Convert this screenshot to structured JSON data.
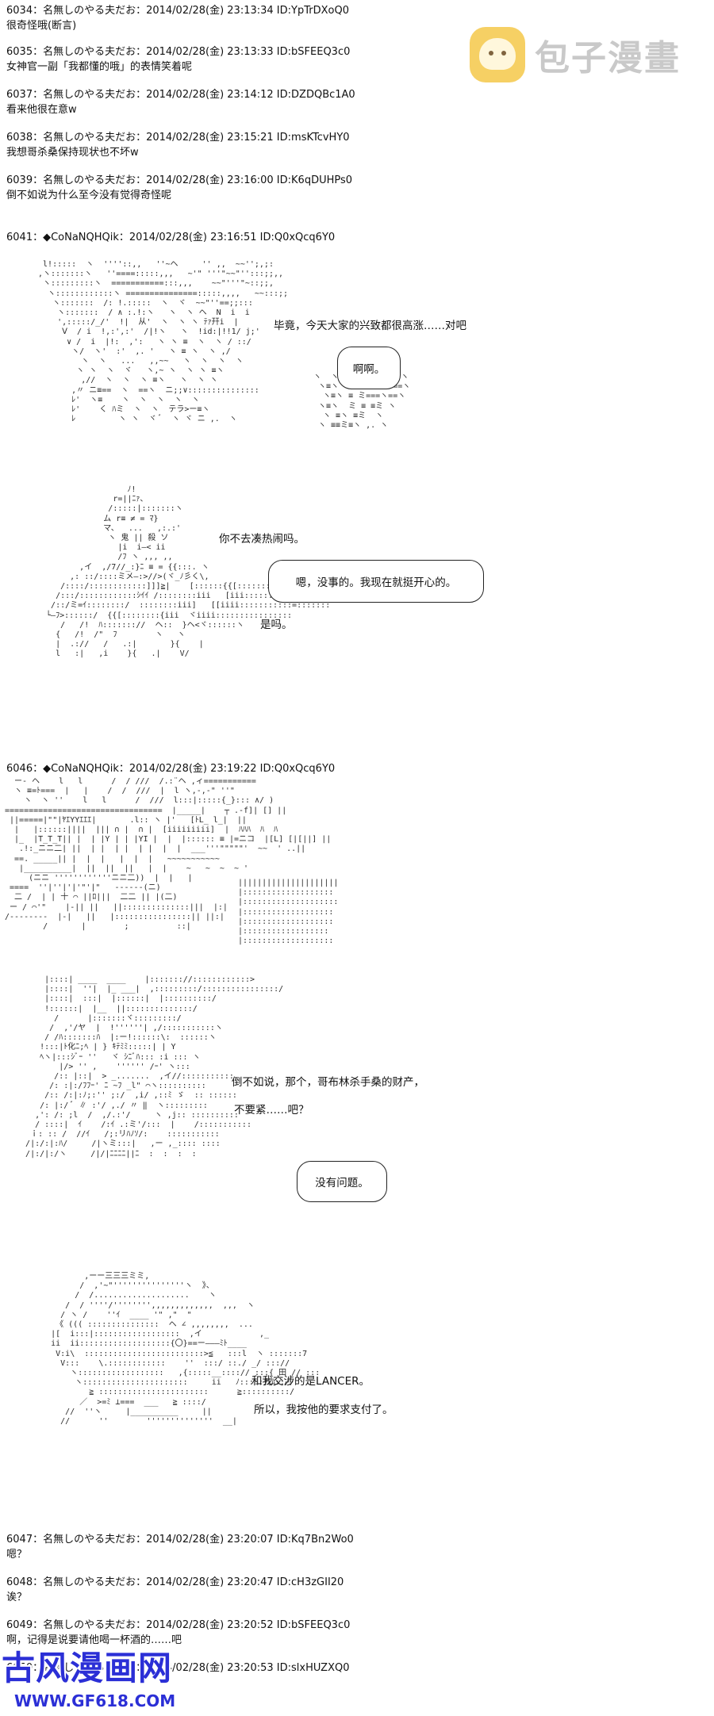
{
  "logo": {
    "text": "包子漫畫"
  },
  "watermark": {
    "site": "古风漫画网",
    "url": "WWW.GF618.COM"
  },
  "posts": [
    {
      "header": "6034：名無しのやる夫だお：2014/02/28(金) 23:13:34 ID:YpTrDXoQ0",
      "body": "很奇怪哦(断言)"
    },
    {
      "header": "6035：名無しのやる夫だお：2014/02/28(金) 23:13:33 ID:bSFEEQ3c0",
      "body": "女神官一副「我都懂的哦」的表情笑着呢"
    },
    {
      "header": "6037：名無しのやる夫だお：2014/02/28(金) 23:14:12 ID:DZDQBc1A0",
      "body": "看来他很在意w"
    },
    {
      "header": "6038：名無しのやる夫だお：2014/02/28(金) 23:15:21 ID:msKTcvHY0",
      "body": "我想哥杀桑保持现状也不坏w"
    },
    {
      "header": "6039：名無しのやる夫だお：2014/02/28(金) 23:16:00 ID:K6qDUHPs0",
      "body": "倒不如说为什么至今没有觉得奇怪呢"
    },
    {
      "header": "6041：◆CoNaNQHQik：2014/02/28(金) 23:16:51 ID:Q0xQcq6Y0",
      "body": ""
    },
    {
      "header": "6046：◆CoNaNQHQik：2014/02/28(金) 23:19:22 ID:Q0xQcq6Y0",
      "body": ""
    },
    {
      "header": "6047：名無しのやる夫だお：2014/02/28(金) 23:20:07 ID:Kq7Bn2Wo0",
      "body": "嗯？"
    },
    {
      "header": "6048：名無しのやる夫だお：2014/02/28(金) 23:20:47 ID:cH3zGII20",
      "body": "诶？"
    },
    {
      "header": "6049：名無しのやる夫だお：2014/02/28(金) 23:20:52 ID:bSFEEQ3c0",
      "body": "啊，记得是说要请他喝一杯酒的……吧"
    },
    {
      "header": "6050：名無しのやる夫だお：2014/02/28(金) 23:20:53 ID:slxHUZXQ0",
      "body": ""
    }
  ],
  "dialogue": {
    "d1": "毕竟，今天大家的兴致都很高涨……对吧",
    "b1": "啊啊。",
    "d2": "你不去凑热闹吗。",
    "b2": "嗯，没事的。我现在就挺开心的。",
    "d3": "是吗。",
    "d4": "倒不如说，那个，哥布林杀手桑的财产，",
    "d5": "不要紧……吧？",
    "b3": "没有问题。",
    "d6": "和我交涉的是LANCER。",
    "d7": "所以，我按他的要求支付了。"
  },
  "aa": {
    "a1": "  l!:::::  ヽ  ''''::,,   ''~ヘ     '' ,,  ~~'';,;:\n ,ヽ:::::::ヽ   ''====:::::,,,   ~'\" '''\"~~\"'':::;;,,\n  ヽ:::::::::ヽ  ===========:::,,,    ~~\"'''\"~::;;,\n   ヽ::::::::::::ヽ ===============:::::,,,,   ~~:::;;\n    ヽ:::::::  /: !.:::::  ヽ  ヾ  ~~\"''==;;:::\n     ヽ:::::::  / ∧ :.!:ヽ   ヽ  ヽ ヘ  N  i  i\n     ',:::::/_/'  !|  从'  ヽ  ヽ ヽ ﾃｧ幵i  |\n      Ⅴ  / i  !,:',:'  /|!ヽ   ヽ  !id:|!!1/ j;'\n       ∨ /  i  |!:  ,':   ヽ ヽ ≡  ヽ  ヽ / ::/\n        ヽ/  ヽ'  :'  ,. '   ヽ ≡ ヽ  ヽ ,/\n          ヽ  ヽ   ...   ,,~~   ヽ  ヽ  ヽ  ヽ\n         ヽ ヽ  ヽ  ヾ   ヽ,~ ヽ  ヽ ヽ ≡ヽ\n          ,//  ヽ  ヽ  ヽ ≡ヽ   ヽ  ヽ ヽ\n        ,〃 ニ≡==  ヽ  ==ヽ  ニ;;∨:::::::::::::::\n        ﾚ'  ヽ≡    ヽ  ヽ  ヽ  ヽ  ヽ\n        ﾚ'    く ﾊミ  ヽ  ヽ  テラ>ー≡ヽ\n        ﾚ         ヽ ヽ  ヾ ﾞ  ヽ ヾ ニ ,.  ヽ",
    "a1r": "ヽ  ヽ  ヽ  ヽ  ヽ  ヽ\n ヽ≡ヽ ミ ≡ ====ヽ==ヽ\n  ヽ≡ヽ ≡ ミ===ヽ==ヽ\n ヽ≡ヽ  ミ ≡ ≡ミ ヽ\n  ヽ ≡ヽ ≡ミ  ヽ\n ヽ ≡≡ミ≡ヽ ,. ヽ",
    "a2": "                   ﾉ!\n                r=||ﾆｧ、\n               /:::::|:::::::ヽ\n              ム r≡ ≠ = ﾏ}\n              マ、  ...   ,:.:'\n               ヽ 鬼 || 殺 ソ\n                 |i  i―< ii\n                 /ﾌ ヽ ,,, ,,\n         ,イ  ,/7//_:}ﾆ ≡ = {{:::. ヽ\n       ,: ::/::::ミメ―:>//>(ヾ_ﾉ彡く\\,\n     /::::/::::::::::::]]]≧|    [::::::{{[::::::::{{::::::::\n    /:::/::::::::::::ｼｲｲ /::::::::iii   [iii::::::::ミ::::::::::\n   /::/ミ=ｲ::::::::/  ::::::::iii]   [[iiii:::::::::::=:::::::\n  └―ﾌ>::::::/  {{[::::::::{iii  ヾiiii::::::::::::::::\n     /   /!  ﾊ::::::://  ヘ::  }ヘ<ヾ::::::ヽ\n    {   /!  /\"  ﾌ        ヽ   ヽ\n    |  .://   /   .:|       }{    |\n    l   :|   ,i    }{   .|    V/",
    "a3": "  ー‐ ヘ    l   l      /  / ///  /.:¨ヘ ,ィ===========\n  ヽ ≡=ﾄ===  |   |    /  /  ///  |  l ヽ,-,-\" ''\"\n    ヽ  ヽ ''    l   l      /  ///  l:::|:::::{_}::: ∧/ )\n=================================  |_____|    ┬ .-f]| [] ||\n ||=====|\"\"|ﾔｴYYｴｴｴ|       .l:: ヽ |'   [ﾄL_ l_|  ||\n  |   |::::::||||  ||| ∩ |  ∩ |  [iiiiiiiii]  |  ﾊﾊﾊ  ﾊ  ﾊ\n  |_  |T_T_T|| |  | |Y | | |YI |  |  |:::::: ≡ |=ニコ  |[L] [|[||] ||\n   .!:_ニニ二| ||  | |  | |  | |  |  |  ___'''\"\"\"\"\"'  ~~  ' ..||\n  ==. _____|| |  |  |   |  |  |   ~~~~~~~~~~~\n   |__________|  ||  ||  ||   |  |    ~   ~  ~  ~ '\n     (ニニ ''''''''''''ニニ二))  |  |   |\n ====  ''|''|'|'\"'|\"   ------(ニ)\n  二 /  | | 十 ⌒ ||ﾛ|||  二二 || |(二)\n ー / ⌒'\"    |-|| ||   ||::::::::::::::|||  |:|\n/‐‐‐‐‐‐‐‐  |-|   ||   |::::::::::::::::|| ||:|\n        /       |        ;          ::|",
    "a3r": "|||||||||||||||||||||\n|:::::::::::::::::::\n|::::::::::::::::::::\n|:::::::::::::::::::\n|:::::::::::::::::::\n|::::::::::::::::::\n|:::::::::::::::::::",
    "a4": "       |::::| ____  ____    |::::::://::::::::::::>\n       |::::|  ''|  |_ ___|  ,:::::::::/::::::::::::::::/\n       |::::|  :::|  |::::::|  |::::::::::/\n       !::::::|  |__  ||::::::::::::::/\n         /      |:::::::ヾ:::::::::/\n        /  ,'/ヤ  |  !''''''| ,/:::::::::::ヽ\n       / /ﾊ:::::::ﾊ  |:ー!::::::\\:  ::::::ヽ\n      !:::|ﾄ化ﾆ;ﾍ | } ｷﾃﾐﾐ:::::| | Y\n      ﾍヽ|:::ｼﾞｰ ''   ヾ ｼﾆﾞﾊ::: :i ::: ヽ\n          |/> '' ,    '''''' /ｰ' ヽ:::\n         /:: |::|  > _.......  ,イ//:::::::::::\n        /: :|:/ﾌﾌｰ' ﾆ ~ﾌ _l\" ⌒ヽ::::::::::\n       /:: /:|:ﾉ;:'' ;:/  ,i/ ,::ﾐ ゞ  :: ::::::\n      /: |:/ ﾞ ∥ :'/ ,./ 〃 ‖  ヽ:::::::::\n     ,': /: ;l  /  ,/.:'/     ヽ ,j:: ::::::::::\n     / ::::|  ｲ    /:ｲ .:ミ'/:::  |    /:::::::::::\n    ｉ: :: /  //ｲ   /;:リﾊﾉｿ/:    :::::::::::\n   /|:/:|:ﾊ/     /|ヽミ:::|   ,ー ,_:::: ::::\n   /|:/|:/ヽ     /|/|ﾆﾆﾆﾆ||ﾆ  :  :  :  :",
    "a5": "             ,ーー三三三ミミ,\n            /  ,'~\"'''''''''''''''ヽ  》、\n           /  /....................    ヽ\n         /  / ''''/'''''''',,,,,,,,,,,,,  ,,,  ヽ \n        / ヽ /    ''ｲ  ____ '\" ,\"  \"\n       《 ((( :::::::::::::::  ヘ ∠ ,,,,,,,,  ...\n      |[  i:::|::::::::::::::::::  ,イ            ,_\n      ii  ii:::::::::::::::::::{〇}==ー―――ﾐﾄ____\n       V:i\\  :::::::::::::::::::::::::>≦   :::l  ヽ :::::::7\n        V:::    \\.::::::::::::    ''  :::/ ::./ _/ ::://\n          ヽ::::::::::::::::::   ,{:::::__::::// :::{ 田 // :::\n           ヽ::::::::::::::::::::::     ii   ﾉ:::::九ﾑ:://\n              ≧ :::::::::::::::::::::::      ≧::::::::::/\n            ／  >=ﾐ ⊥===  ___   ≧ ::::/\n         //  ''ヽ     |__________     ||\n        //      ''        ''''''''''''''  __|"
  }
}
